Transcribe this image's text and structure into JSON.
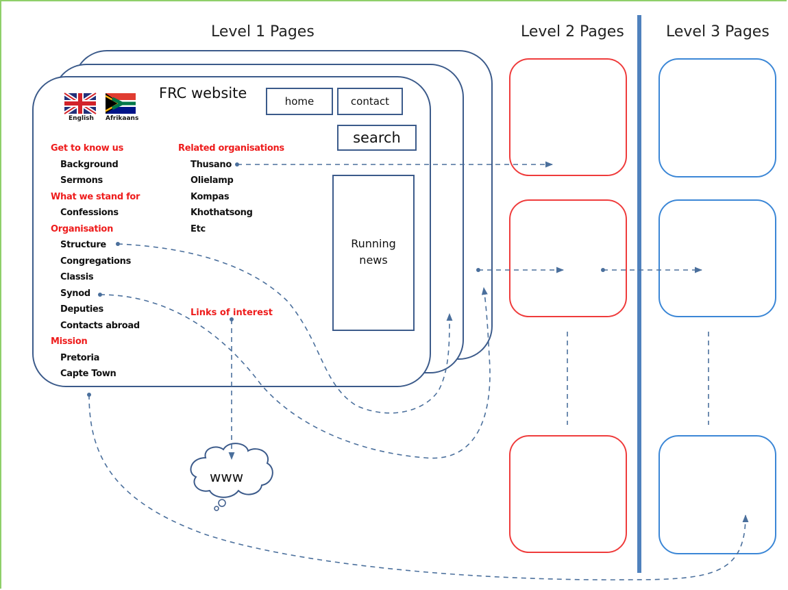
{
  "column_titles": {
    "level1": "Level 1 Pages",
    "level2": "Level 2 Pages",
    "level3": "Level 3 Pages"
  },
  "site": {
    "title": "FRC website",
    "nav": {
      "home": "home",
      "contact": "contact",
      "search": "search"
    },
    "languages": {
      "english": "English",
      "afrikaans": "Afrikaans"
    },
    "news_box": "Running\nnews",
    "links_of_interest": "Links of interest",
    "cloud_label": "www"
  },
  "menu_left": [
    {
      "type": "heading",
      "text": "Get to know us"
    },
    {
      "type": "item",
      "text": "Background"
    },
    {
      "type": "item",
      "text": "Sermons"
    },
    {
      "type": "heading",
      "text": "What we stand for"
    },
    {
      "type": "item",
      "text": "Confessions"
    },
    {
      "type": "heading",
      "text": "Organisation"
    },
    {
      "type": "item",
      "text": "Structure"
    },
    {
      "type": "item",
      "text": "Congregations"
    },
    {
      "type": "item",
      "text": "Classis"
    },
    {
      "type": "item",
      "text": "Synod"
    },
    {
      "type": "item",
      "text": "Deputies"
    },
    {
      "type": "item",
      "text": "Contacts abroad"
    },
    {
      "type": "heading",
      "text": "Mission"
    },
    {
      "type": "item",
      "text": "Pretoria"
    },
    {
      "type": "item",
      "text": "Capte Town"
    }
  ],
  "menu_related": [
    {
      "type": "heading",
      "text": "Related organisations"
    },
    {
      "type": "item",
      "text": "Thusano"
    },
    {
      "type": "item",
      "text": "Olielamp"
    },
    {
      "type": "item",
      "text": "Kompas"
    },
    {
      "type": "item",
      "text": "Khothatsong"
    },
    {
      "type": "item",
      "text": "Etc"
    }
  ],
  "colors": {
    "frame_stroke": "#3b5a8a",
    "level2_stroke": "#ef3b3b",
    "level3_stroke": "#3a86d6",
    "divider": "#4f81bd",
    "arrow": "#4a6f9c",
    "menu_heading": "#ee1c1c",
    "border_green": "#8fcf6a"
  }
}
